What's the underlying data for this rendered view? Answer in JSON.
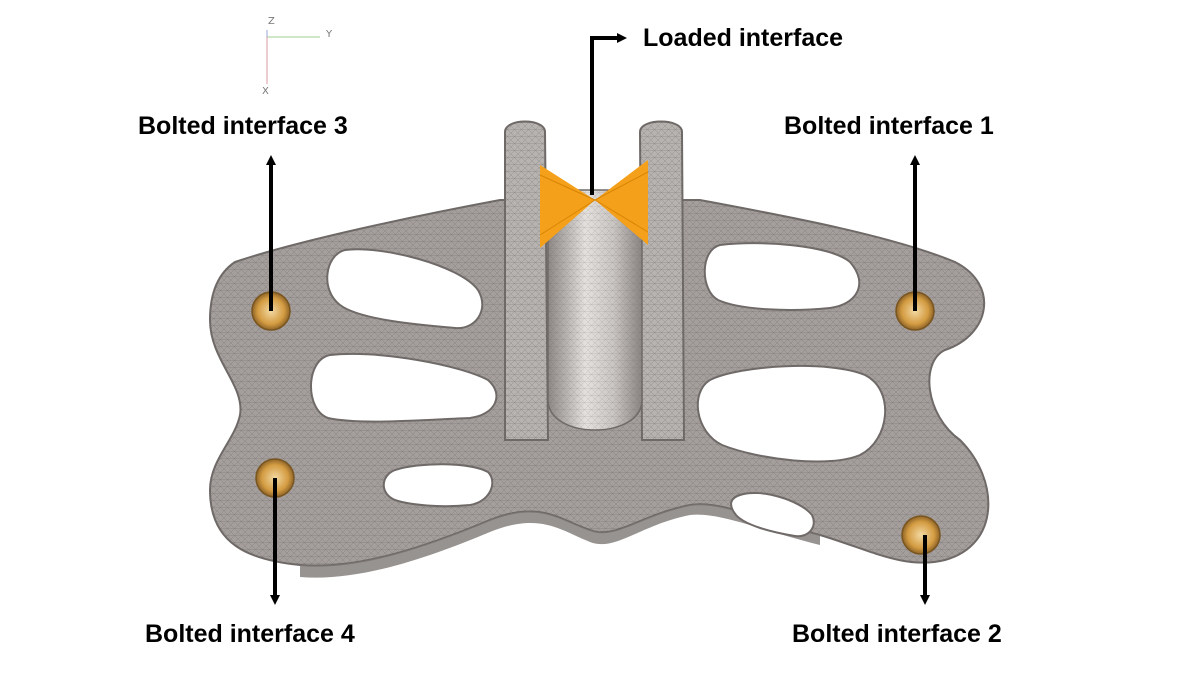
{
  "axes": {
    "z": "Z",
    "y": "Y",
    "x": "X"
  },
  "labels": {
    "loaded": "Loaded interface",
    "bolted_1": "Bolted interface 1",
    "bolted_2": "Bolted interface 2",
    "bolted_3": "Bolted interface 3",
    "bolted_4": "Bolted interface 4"
  },
  "colors": {
    "part": "#a49f9c",
    "part_light": "#d8d4d2",
    "part_dark": "#7d7876",
    "bolt": "#d6a04a",
    "load": "#f5a01a",
    "arrow": "#000000"
  }
}
